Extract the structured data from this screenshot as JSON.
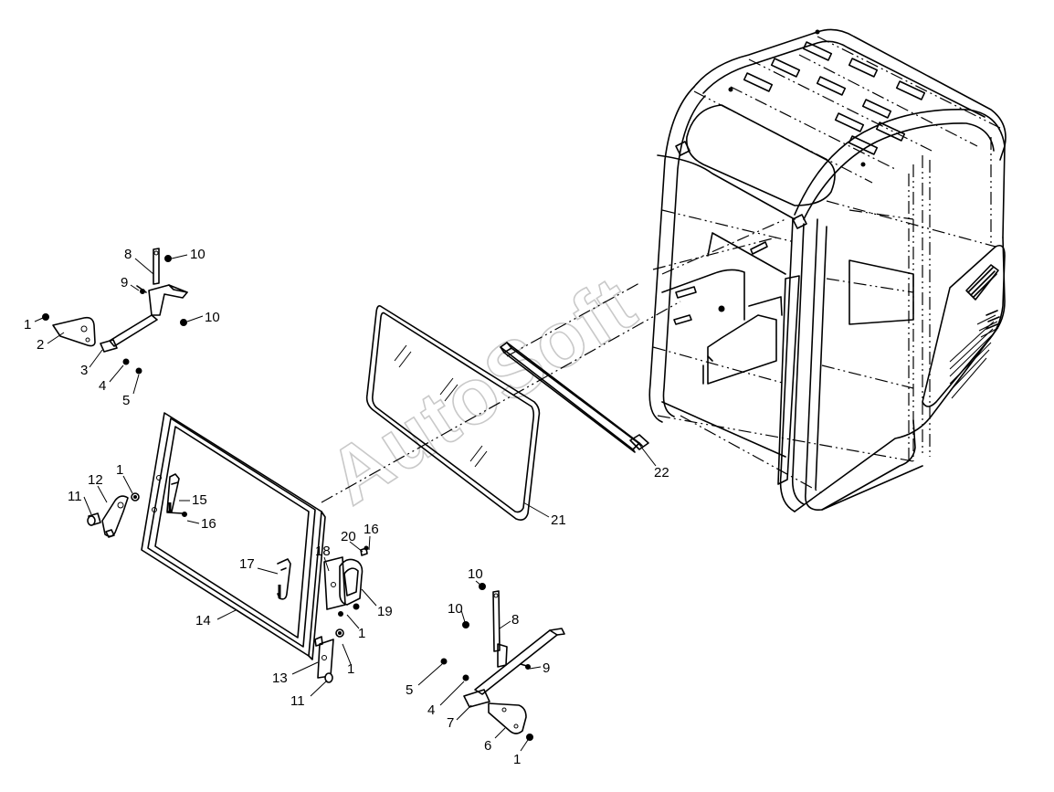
{
  "watermark": "AutoSoft",
  "callouts": {
    "c1a": "1",
    "c2": "2",
    "c3a": "3",
    "c4a": "4",
    "c5a": "5",
    "c8a": "8",
    "c9a": "9",
    "c10a": "10",
    "c10b": "10",
    "c11a": "11",
    "c12": "12",
    "c1b": "1",
    "c15": "15",
    "c16a": "16",
    "c17": "17",
    "c14": "14",
    "c18": "18",
    "c19": "19",
    "c20": "20",
    "c16b": "16",
    "c1c": "1",
    "c1d": "1",
    "c13": "13",
    "c11b": "11",
    "c21": "21",
    "c22": "22",
    "c10c": "10",
    "c10d": "10",
    "c8b": "8",
    "c9b": "9",
    "c5b": "5",
    "c4b": "4",
    "c7": "7",
    "c6": "6",
    "c1e": "1"
  }
}
